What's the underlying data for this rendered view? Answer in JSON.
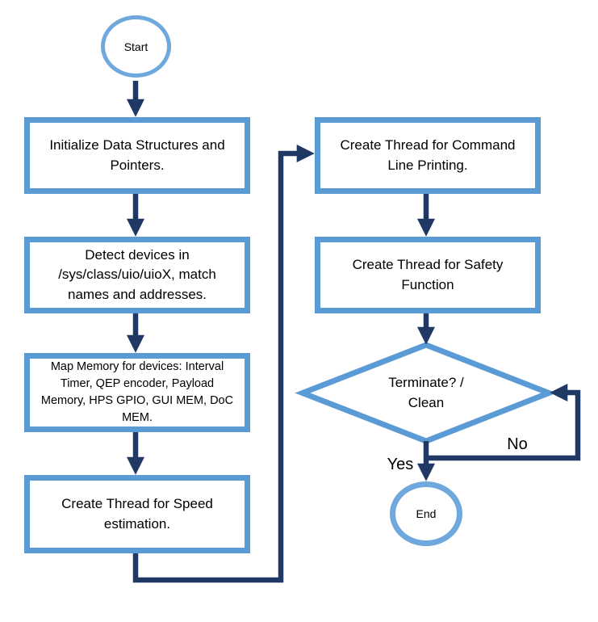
{
  "colors": {
    "shape_border": "#5B9BD5",
    "terminal_border": "#6FA8DC",
    "connector": "#1F3864",
    "shape_fill": "#FFFFFF",
    "text": "#000000",
    "background": "#FFFFFF"
  },
  "nodes": {
    "start": "Start",
    "init": "Initialize Data Structures and Pointers.",
    "detect": "Detect devices in /sys/class/uio/uioX, match names and addresses.",
    "map": "Map Memory for devices: Interval Timer, QEP encoder, Payload Memory, HPS GPIO, GUI MEM, DoC MEM.",
    "speed": "Create Thread for Speed estimation.",
    "cli": "Create Thread for Command Line Printing.",
    "safety": "Create Thread for Safety Function",
    "terminate": "Terminate? / Clean",
    "end": "End"
  },
  "edge_labels": {
    "yes": "Yes",
    "no": "No"
  },
  "edges": [
    {
      "from": "start",
      "to": "init"
    },
    {
      "from": "init",
      "to": "detect"
    },
    {
      "from": "detect",
      "to": "map"
    },
    {
      "from": "map",
      "to": "speed"
    },
    {
      "from": "speed",
      "to": "cli"
    },
    {
      "from": "cli",
      "to": "safety"
    },
    {
      "from": "safety",
      "to": "terminate"
    },
    {
      "from": "terminate",
      "to": "end",
      "label": "Yes"
    },
    {
      "from": "terminate",
      "to": "terminate",
      "label": "No"
    }
  ]
}
